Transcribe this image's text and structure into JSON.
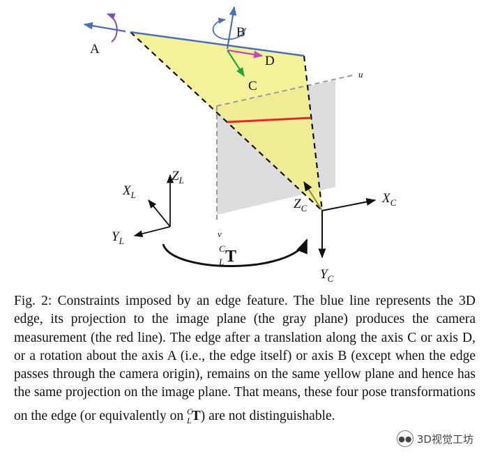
{
  "figure": {
    "labels": {
      "A": "A",
      "B": "B",
      "C": "C",
      "D": "D",
      "u": "u",
      "v": "v",
      "x_c": "X",
      "x_c_sub": "C",
      "y_c": "Y",
      "y_c_sub": "C",
      "z_c": "Z",
      "z_c_sub": "C",
      "x_l": "X",
      "x_l_sub": "L",
      "y_l": "Y",
      "y_l_sub": "L",
      "z_l": "Z",
      "z_l_sub": "L",
      "t_sup": "C",
      "t_sub": "L",
      "t_main": "T"
    },
    "colors": {
      "edge": "#4A6FB5",
      "yellow_plane": "#F3EE8A",
      "gray_plane": "#DCDCDF",
      "measurement": "#E0282A",
      "axis_c": "#22A33A",
      "axis_d": "#C04AB5",
      "rotation_a": "#7B4FB0"
    }
  },
  "caption": {
    "p1": "Fig. 2: Constraints imposed by an edge feature. The blue line represents the 3D edge, its projection to the image plane (the gray plane) produces the camera measurement (the red line). The edge after a translation along the axis C or axis D, or a rotation about the axis A (i.e., the edge itself) or axis B (except when the edge passes through the camera origin), remains on the same yellow plane and hence has the same projection on the image plane. That means, these four pose transformations on the edge (or equivalently on ",
    "t_sup": "C",
    "t_sub": "L",
    "t_main": "T",
    "p2": ") are not distinguishable."
  },
  "watermark": {
    "text": "3D视觉工坊",
    "icon": "wechat-icon"
  }
}
